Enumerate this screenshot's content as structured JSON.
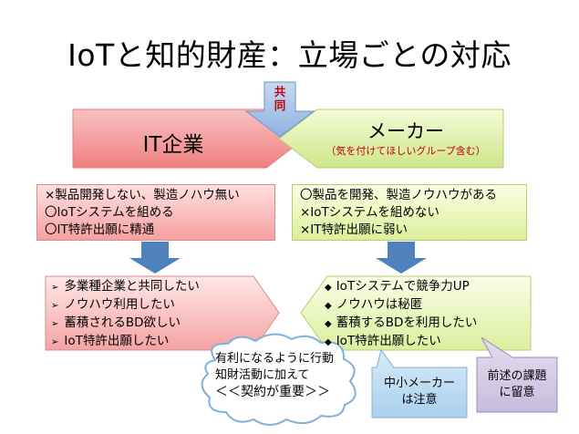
{
  "title": "IoTと知的財産：立場ごとの対応",
  "joint_label": "共同",
  "left_header": "IT企業",
  "right_header": "メーカー",
  "right_header_sub": "（気を付けてほしいグループ含む）",
  "left_box1": [
    "×製品開発しない、製造ノハウ無い",
    "〇IoTシステムを組める",
    "〇IT特許出願に精通"
  ],
  "right_box1": [
    "〇製品を開発、製造ノウハウがある",
    "×IoTシステムを組めない",
    "×IT特許出願に弱い"
  ],
  "left_box2": [
    "多業種企業と共同したい",
    "ノウハウ利用したい",
    "蓄積されるBD欲しい",
    "IoT特許出願したい"
  ],
  "right_box2": [
    "IoTシステムで競争力UP",
    "ノウハウは秘匿",
    "蓄積するBDを利用したい",
    "IoT特許出願したい"
  ],
  "left_bullet": "➢",
  "right_bullet": "◆",
  "cloud_text": [
    "有利になるように行動",
    "知財活動に加えて",
    "＜＜契約が重要＞＞"
  ],
  "callout_sme": [
    "中小メーカー",
    "は注意"
  ],
  "callout_prev": [
    "前述の課題",
    "に留意"
  ],
  "colors": {
    "pink_header": "#f48f8f",
    "green_header": "#d8ec9c",
    "arrow_blue": "#4f81bd",
    "callout_blue": "#b9daf1",
    "callout_purple": "#d5cce6"
  }
}
